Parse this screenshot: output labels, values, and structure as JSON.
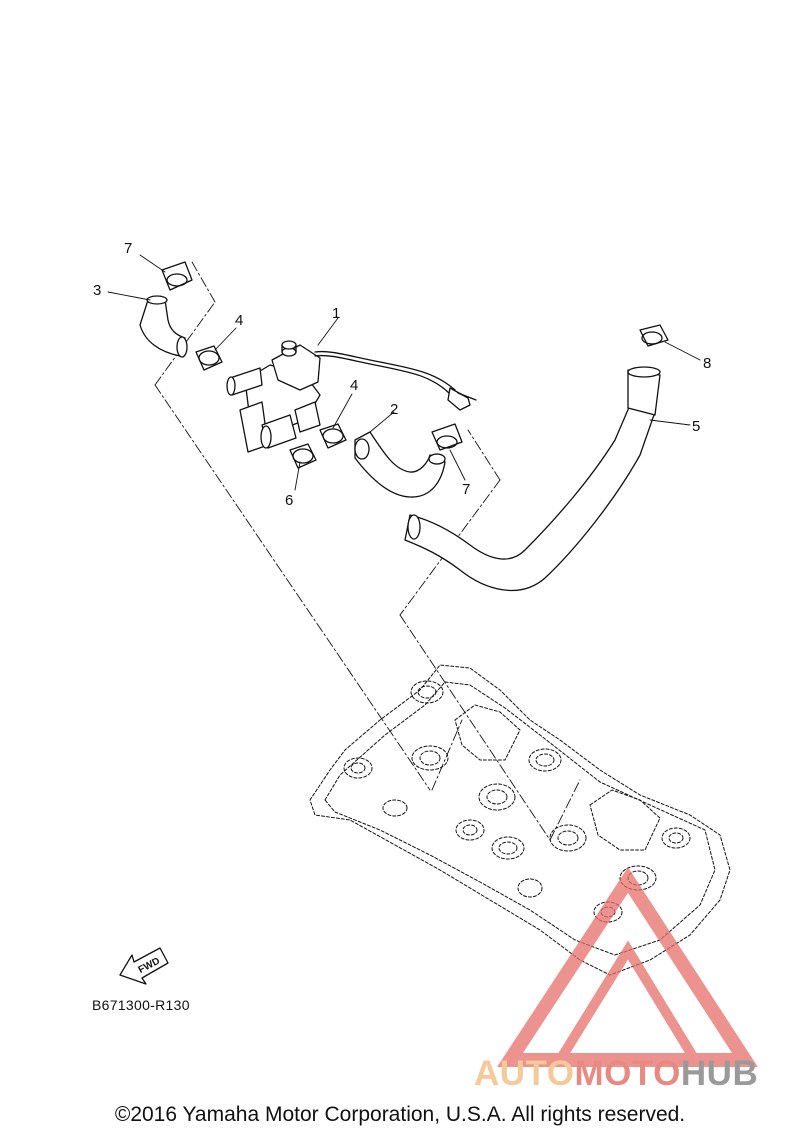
{
  "callouts": [
    {
      "id": "1",
      "label": "1"
    },
    {
      "id": "2",
      "label": "2"
    },
    {
      "id": "3",
      "label": "3"
    },
    {
      "id": "4a",
      "label": "4"
    },
    {
      "id": "4b",
      "label": "4"
    },
    {
      "id": "5",
      "label": "5"
    },
    {
      "id": "6",
      "label": "6"
    },
    {
      "id": "7a",
      "label": "7"
    },
    {
      "id": "7b",
      "label": "7"
    },
    {
      "id": "8",
      "label": "8"
    }
  ],
  "fwd_label": "FWD",
  "diagram_code": "B671300-R130",
  "watermark": {
    "part1": "AUTO",
    "part2": "MOTO",
    "part3": "HUB"
  },
  "copyright": "©2016 Yamaha Motor Corporation, U.S.A. All rights reserved.",
  "colors": {
    "line": "#111111",
    "watermark_red": "#e8706a",
    "watermark_orange": "#f6c99a",
    "watermark_gray": "#9a9a9a"
  }
}
